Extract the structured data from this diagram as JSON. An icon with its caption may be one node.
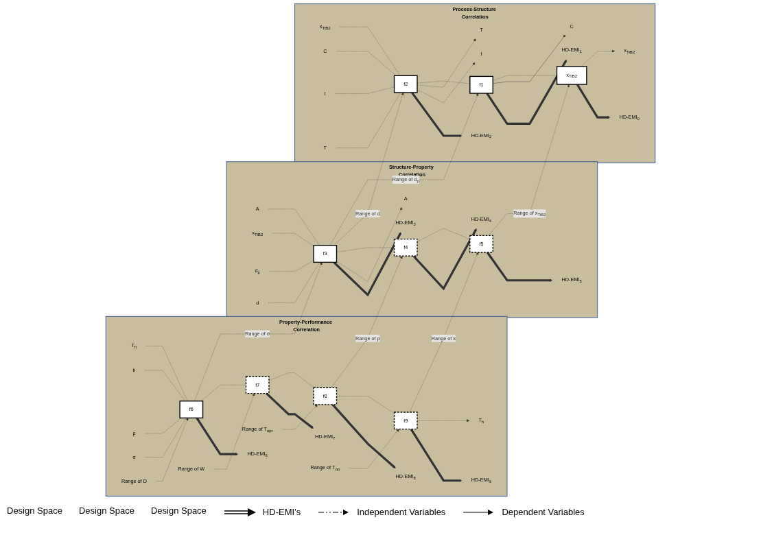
{
  "diagram": {
    "nodes": [
      {
        "text": [
          "Property-Performance Correlation"
        ]
      },
      {
        "text": [
          "T$_{h}$"
        ],
        "in": 0
      },
      {
        "text": [
          "k"
        ],
        "in": 0
      },
      {
        "text": [
          "ρ"
        ],
        "in": 0
      },
      {
        "text": [
          "σ"
        ],
        "in": 0
      },
      {
        "text": [
          "Range of D"
        ],
        "in": 0
      },
      {
        "text": [
          "f6"
        ],
        "in": 0
      },
      {
        "text": [
          "HD-EMI$_{6}$"
        ],
        "in": 0
      },
      {
        "text": [
          "Range of W"
        ],
        "in": 0
      },
      {
        "text": [
          "f7"
        ],
        "in": 0
      },
      {
        "text": [
          "HD-EMI$_{7}$"
        ],
        "in": 0
      },
      {
        "text": [
          "Range of T$_{opr}$"
        ],
        "in": 0
      },
      {
        "text": [
          "f8"
        ],
        "in": 0
      },
      {
        "text": [
          "HD-EMI$_{8}$"
        ],
        "in": 0
      },
      {
        "text": [
          "Range of T$_{op}$"
        ],
        "in": 0
      },
      {
        "text": [
          "f9"
        ],
        "in": 0
      },
      {
        "text": [
          "HD-EMI$_{9}$"
        ],
        "in": 0
      },
      {
        "text": [
          "T$_{h}$"
        ],
        "in": 0
      },
      {
        "text": [
          "Structure-Property Correlation"
        ]
      },
      {
        "text": [
          "A"
        ],
        "in": 18
      },
      {
        "text": [
          "x$_{TiB2}$"
        ],
        "in": 18
      },
      {
        "text": [
          "d$_{p}$"
        ],
        "in": 18
      },
      {
        "text": [
          "d"
        ],
        "in": 18
      },
      {
        "text": [
          "f3"
        ],
        "in": 18
      },
      {
        "text": [
          "HD-EMI$_{3}$"
        ],
        "in": 18
      },
      {
        "text": [
          "A"
        ],
        "in": 18
      },
      {
        "text": [
          "f4"
        ],
        "in": 18
      },
      {
        "text": [
          "HD-EMI$_{4}$"
        ],
        "in": 18
      },
      {
        "text": [
          "f5"
        ],
        "in": 18
      },
      {
        "text": [
          "HD-EMI$_{5}$"
        ],
        "in": 18
      },
      {
        "text": [
          "Process-Structure Correlation"
        ]
      },
      {
        "text": [
          "x$_{TiB2}$"
        ],
        "in": 30
      },
      {
        "text": [
          "C"
        ],
        "in": 30
      },
      {
        "text": [
          "t"
        ],
        "in": 30
      },
      {
        "text": [
          "T"
        ],
        "in": 30
      },
      {
        "text": [
          "f2"
        ],
        "in": 30
      },
      {
        "text": [
          "HD-EMI$_{2}$"
        ],
        "in": 30
      },
      {
        "text": [
          "t"
        ],
        "in": 30
      },
      {
        "text": [
          "T"
        ],
        "in": 30
      },
      {
        "text": [
          "f1"
        ],
        "in": 30
      },
      {
        "text": [
          "HD-EMI$_{1}$"
        ],
        "in": 30
      },
      {
        "text": [
          "C"
        ],
        "in": 30
      },
      {
        "text": [
          "x$_{TiB2}$"
        ],
        "in": 30
      },
      {
        "text": [
          "HD-EMI$_{0}$"
        ],
        "in": 30
      },
      {
        "text": [
          "x$_{TiB2}$"
        ],
        "in": 30
      }
    ],
    "edges": [
      {
        "from": 1,
        "to": 6,
        "arrow": "none",
        "style": "dashed"
      },
      {
        "from": 2,
        "to": 6,
        "arrow": "none",
        "style": "dashed"
      },
      {
        "from": 3,
        "to": 6,
        "arrow": "none",
        "style": "dashed"
      },
      {
        "from": 4,
        "to": 6,
        "arrow": "none",
        "style": "dashed"
      },
      {
        "from": 5,
        "to": 6,
        "arrow": "to",
        "style": "dashed"
      },
      {
        "from": 6,
        "to": 7,
        "arrow": "to",
        "style": "thick"
      },
      {
        "from": 6,
        "to": 9,
        "arrow": "none",
        "style": "dashed"
      },
      {
        "from": 8,
        "to": 9,
        "arrow": "to",
        "style": "dashed"
      },
      {
        "from": 9,
        "to": 10,
        "arrow": "to",
        "style": "thick"
      },
      {
        "from": 9,
        "to": 12,
        "arrow": "none",
        "style": "dashed"
      },
      {
        "from": 11,
        "to": 12,
        "arrow": "to",
        "style": "dashed"
      },
      {
        "from": 12,
        "to": 13,
        "arrow": "to",
        "style": "thick"
      },
      {
        "from": 12,
        "to": 15,
        "arrow": "none",
        "style": "dashed"
      },
      {
        "from": 14,
        "to": 15,
        "arrow": "to",
        "style": "dashed"
      },
      {
        "from": 15,
        "to": 16,
        "arrow": "to",
        "style": "thick"
      },
      {
        "from": 15,
        "to": 17,
        "arrow": "to",
        "style": "dashed"
      },
      {
        "from": 6,
        "to": 23,
        "arrow": "to",
        "style": "dashed",
        "label": "Range of σ"
      },
      {
        "from": 12,
        "to": 26,
        "arrow": "to",
        "style": "dashed",
        "label": "Range of ρ"
      },
      {
        "from": 15,
        "to": 28,
        "arrow": "to",
        "style": "dashed",
        "label": "Range of k"
      },
      {
        "from": 19,
        "to": 23,
        "arrow": "none",
        "style": "dashed"
      },
      {
        "from": 20,
        "to": 23,
        "arrow": "none",
        "style": "dashed"
      },
      {
        "from": 21,
        "to": 23,
        "arrow": "none",
        "style": "dashed"
      },
      {
        "from": 22,
        "to": 23,
        "arrow": "none",
        "style": "dashed"
      },
      {
        "from": 23,
        "to": 24,
        "arrow": "to",
        "style": "thick"
      },
      {
        "from": 23,
        "to": 25,
        "arrow": "to",
        "style": "dashed"
      },
      {
        "from": 23,
        "to": 26,
        "arrow": "none",
        "style": "dashed"
      },
      {
        "from": 26,
        "to": 27,
        "arrow": "to",
        "style": "thick"
      },
      {
        "from": 26,
        "to": 28,
        "arrow": "none",
        "style": "dashed"
      },
      {
        "from": 28,
        "to": 29,
        "arrow": "to",
        "style": "thick"
      },
      {
        "from": 28,
        "to": 42,
        "arrow": "to",
        "style": "dashed",
        "label": "Range of x$_{TiB2}$"
      },
      {
        "from": 23,
        "to": 35,
        "arrow": "to",
        "style": "dashed",
        "label": "Range of d"
      },
      {
        "from": 23,
        "to": 39,
        "arrow": "to",
        "style": "dashed",
        "label": "Range of d$_{p}$"
      },
      {
        "from": 31,
        "to": 35,
        "arrow": "none",
        "style": "dashed"
      },
      {
        "from": 32,
        "to": 35,
        "arrow": "none",
        "style": "dashed"
      },
      {
        "from": 33,
        "to": 35,
        "arrow": "none",
        "style": "dashed"
      },
      {
        "from": 34,
        "to": 35,
        "arrow": "none",
        "style": "dashed"
      },
      {
        "from": 35,
        "to": 36,
        "arrow": "to",
        "style": "thick"
      },
      {
        "from": 35,
        "to": 37,
        "arrow": "to",
        "style": "dashed"
      },
      {
        "from": 35,
        "to": 38,
        "arrow": "to",
        "style": "dashed"
      },
      {
        "from": 35,
        "to": 39,
        "arrow": "none",
        "style": "dashed"
      },
      {
        "from": 39,
        "to": 40,
        "arrow": "to",
        "style": "thick"
      },
      {
        "from": 39,
        "to": 41,
        "arrow": "to"
      },
      {
        "from": 39,
        "to": 42,
        "arrow": "none",
        "style": "dashed"
      },
      {
        "from": 42,
        "to": 43,
        "arrow": "to",
        "style": "thick"
      },
      {
        "from": 42,
        "to": 44,
        "arrow": "to",
        "style": "dashed"
      }
    ],
    "labels": [
      "Design Space",
      "Design Space",
      "Design Space"
    ],
    "legend": [
      {
        "text": "HD-EMI’s"
      },
      {
        "text": "Independent Variables"
      },
      {
        "text": "Dependent Variables"
      }
    ]
  }
}
